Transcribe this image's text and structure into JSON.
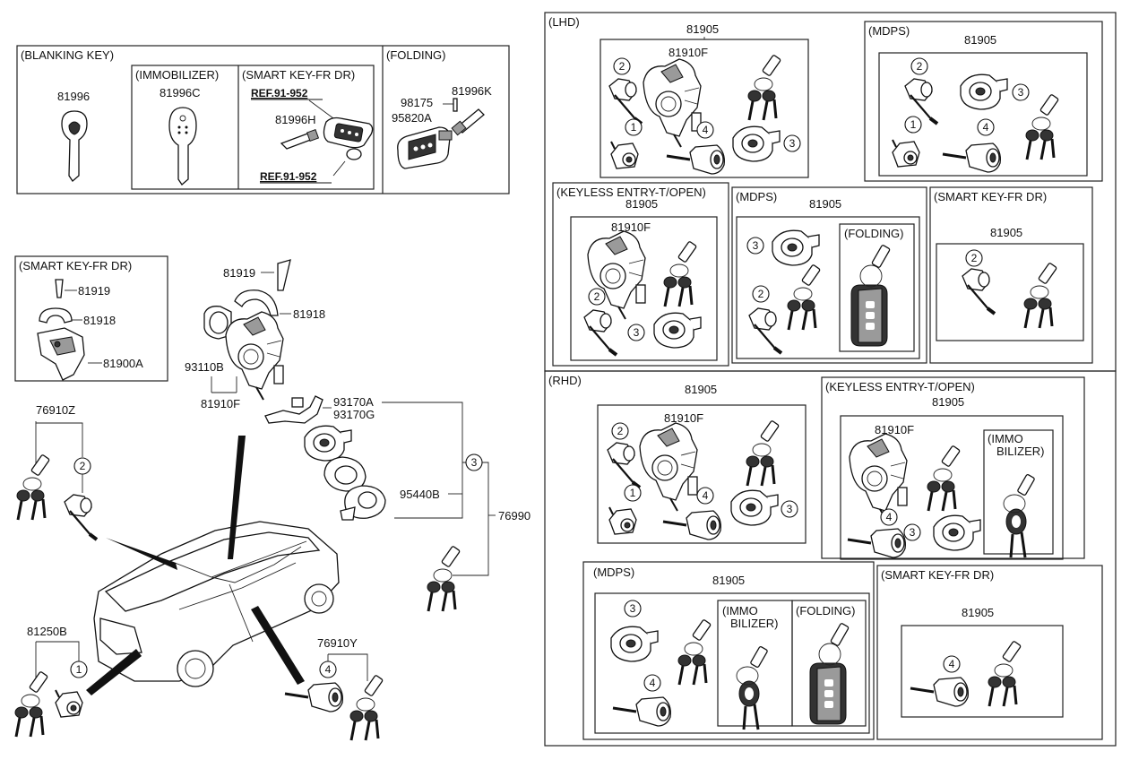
{
  "left_top": {
    "blanking_key": {
      "title": "(BLANKING KEY)",
      "part": "81996"
    },
    "immobilizer": {
      "title": "(IMMOBILIZER)",
      "part": "81996C"
    },
    "smart_key": {
      "title": "(SMART KEY-FR DR)",
      "ref_top": "REF.91-952",
      "part": "81996H",
      "ref_bottom": "REF.91-952"
    },
    "folding": {
      "title": "(FOLDING)",
      "part_a": "98175",
      "part_b": "81996K",
      "part_c": "95820A"
    }
  },
  "smart_key_small": {
    "title": "(SMART KEY-FR DR)",
    "p1": "81919",
    "p2": "81918",
    "p3": "81900A"
  },
  "main_parts": {
    "p81919": "81919",
    "p81918": "81918",
    "p93110b": "93110B",
    "p81910f": "81910F",
    "p93170a": "93170A",
    "p93170g": "93170G",
    "p95440b": "95440B",
    "p76990": "76990",
    "p76910z": "76910Z",
    "p81250b": "81250B",
    "p76910y": "76910Y"
  },
  "callouts": {
    "c1": "1",
    "c2": "2",
    "c3": "3",
    "c4": "4"
  },
  "lhd": {
    "title": "(LHD)",
    "part": "81905",
    "sub": "81910F",
    "mdps": {
      "title": "(MDPS)",
      "part": "81905"
    },
    "keyless": {
      "title": "(KEYLESS ENTRY-T/OPEN)",
      "part": "81905",
      "sub": "81910F"
    },
    "mdps2": {
      "title": "(MDPS)",
      "part": "81905",
      "folding": "(FOLDING)"
    },
    "smart": {
      "title": "(SMART KEY-FR DR)",
      "part": "81905"
    }
  },
  "rhd": {
    "title": "(RHD)",
    "part": "81905",
    "sub": "81910F",
    "keyless": {
      "title": "(KEYLESS ENTRY-T/OPEN)",
      "part": "81905",
      "sub": "81910F",
      "immo_1": "(IMMO",
      "immo_2": "BILIZER)"
    },
    "mdps": {
      "title": "(MDPS)",
      "part": "81905",
      "immo_1": "(IMMO",
      "immo_2": "BILIZER)",
      "folding": "(FOLDING)"
    },
    "smart": {
      "title": "(SMART KEY-FR DR)",
      "part": "81905"
    }
  },
  "icons": [
    "key-icon",
    "key-fob-icon",
    "lock-cylinder-icon",
    "ignition-switch-icon",
    "car-body-icon",
    "keychain-icon"
  ]
}
